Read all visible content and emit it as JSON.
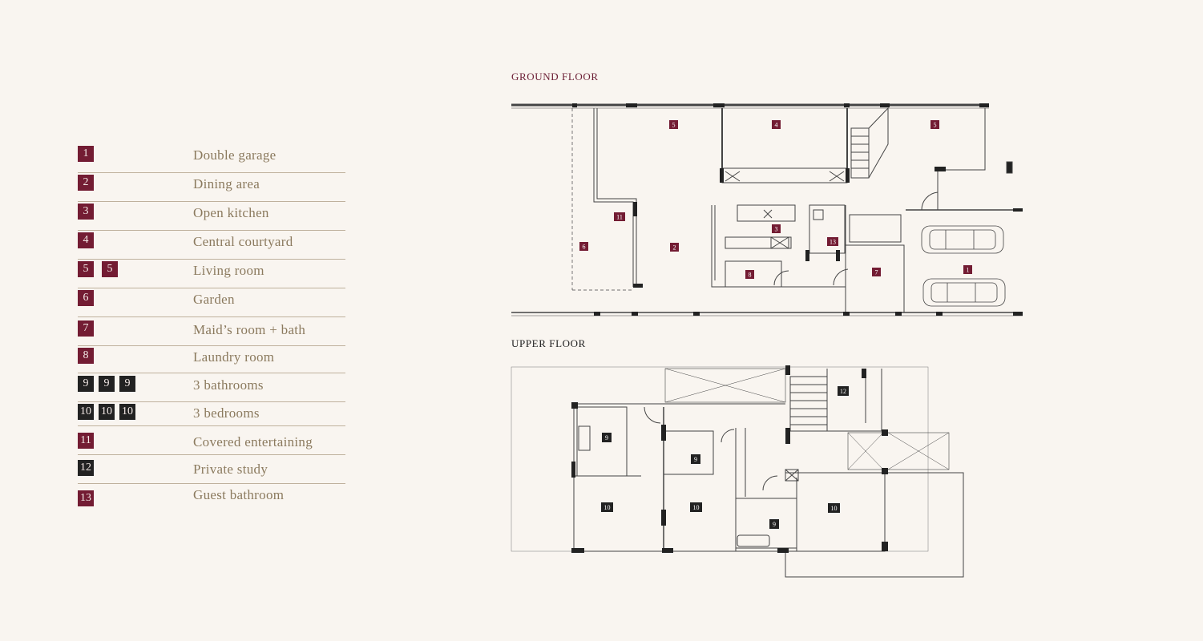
{
  "legend": {
    "items": [
      {
        "badges": [
          "1"
        ],
        "color": "#731c33",
        "label": "Double garage"
      },
      {
        "badges": [
          "2"
        ],
        "color": "#731c33",
        "label": "Dining area"
      },
      {
        "badges": [
          "3"
        ],
        "color": "#731c33",
        "label": "Open kitchen"
      },
      {
        "badges": [
          "4"
        ],
        "color": "#731c33",
        "label": "Central courtyard"
      },
      {
        "badges": [
          "5",
          "5"
        ],
        "color": "#731c33",
        "label": "Living room"
      },
      {
        "badges": [
          "6"
        ],
        "color": "#731c33",
        "label": "Garden"
      },
      {
        "badges": [
          "7"
        ],
        "color": "#731c33",
        "label": "Maid’s room + bath"
      },
      {
        "badges": [
          "8"
        ],
        "color": "#731c33",
        "label": "Laundry room"
      },
      {
        "badges": [
          "9",
          "9",
          "9"
        ],
        "color": "#222222",
        "label": "3 bathrooms"
      },
      {
        "badges": [
          "10",
          "10",
          "10"
        ],
        "color": "#222222",
        "label": "3 bedrooms"
      },
      {
        "badges": [
          "11"
        ],
        "color": "#731c33",
        "label": "Covered entertaining"
      },
      {
        "badges": [
          "12"
        ],
        "color": "#222222",
        "label": "Private study"
      },
      {
        "badges": [
          "13"
        ],
        "color": "#731c33",
        "label": "Guest bathroom"
      }
    ]
  },
  "plans": {
    "ground_title": "GROUND FLOOR",
    "upper_title": "UPPER FLOOR",
    "ground_tags": [
      "5",
      "4",
      "5",
      "11",
      "3",
      "13",
      "6",
      "2",
      "8",
      "7",
      "1"
    ],
    "upper_tags": [
      "12",
      "9",
      "9",
      "10",
      "10",
      "10",
      "9"
    ]
  },
  "colors": {
    "accent": "#731c33",
    "dark": "#222222",
    "legend_text": "#8b7a5e",
    "background": "#f9f5f0"
  }
}
